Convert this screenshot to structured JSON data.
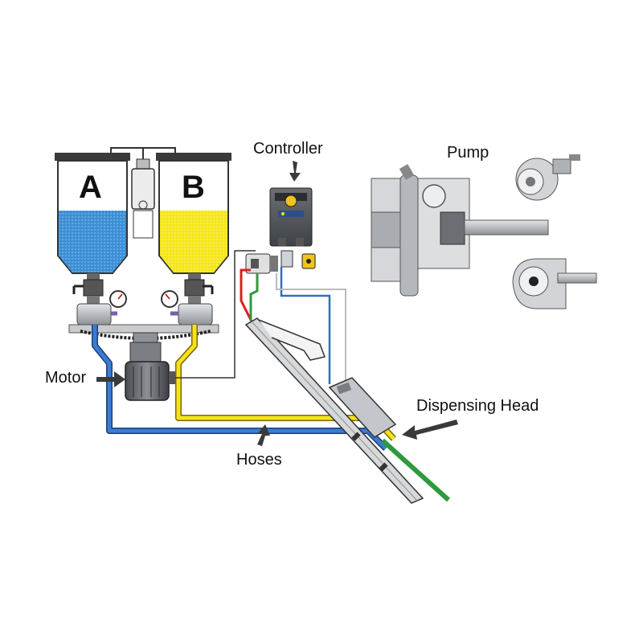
{
  "labels": {
    "controller": "Controller",
    "pump": "Pump",
    "motor": "Motor",
    "hoses": "Hoses",
    "dispensing_head": "Dispensing Head"
  },
  "tanks": {
    "a_letter": "A",
    "b_letter": "B"
  },
  "colors": {
    "component_a": "#3b8fd6",
    "component_b": "#f5e61c",
    "hose_a": "#1f5fae",
    "hose_b": "#f1d21a",
    "mix_line": "#2e9a3c",
    "signal_red": "#d92020",
    "arrow": "#3a3a3a",
    "metal": "#bfc1c4"
  }
}
